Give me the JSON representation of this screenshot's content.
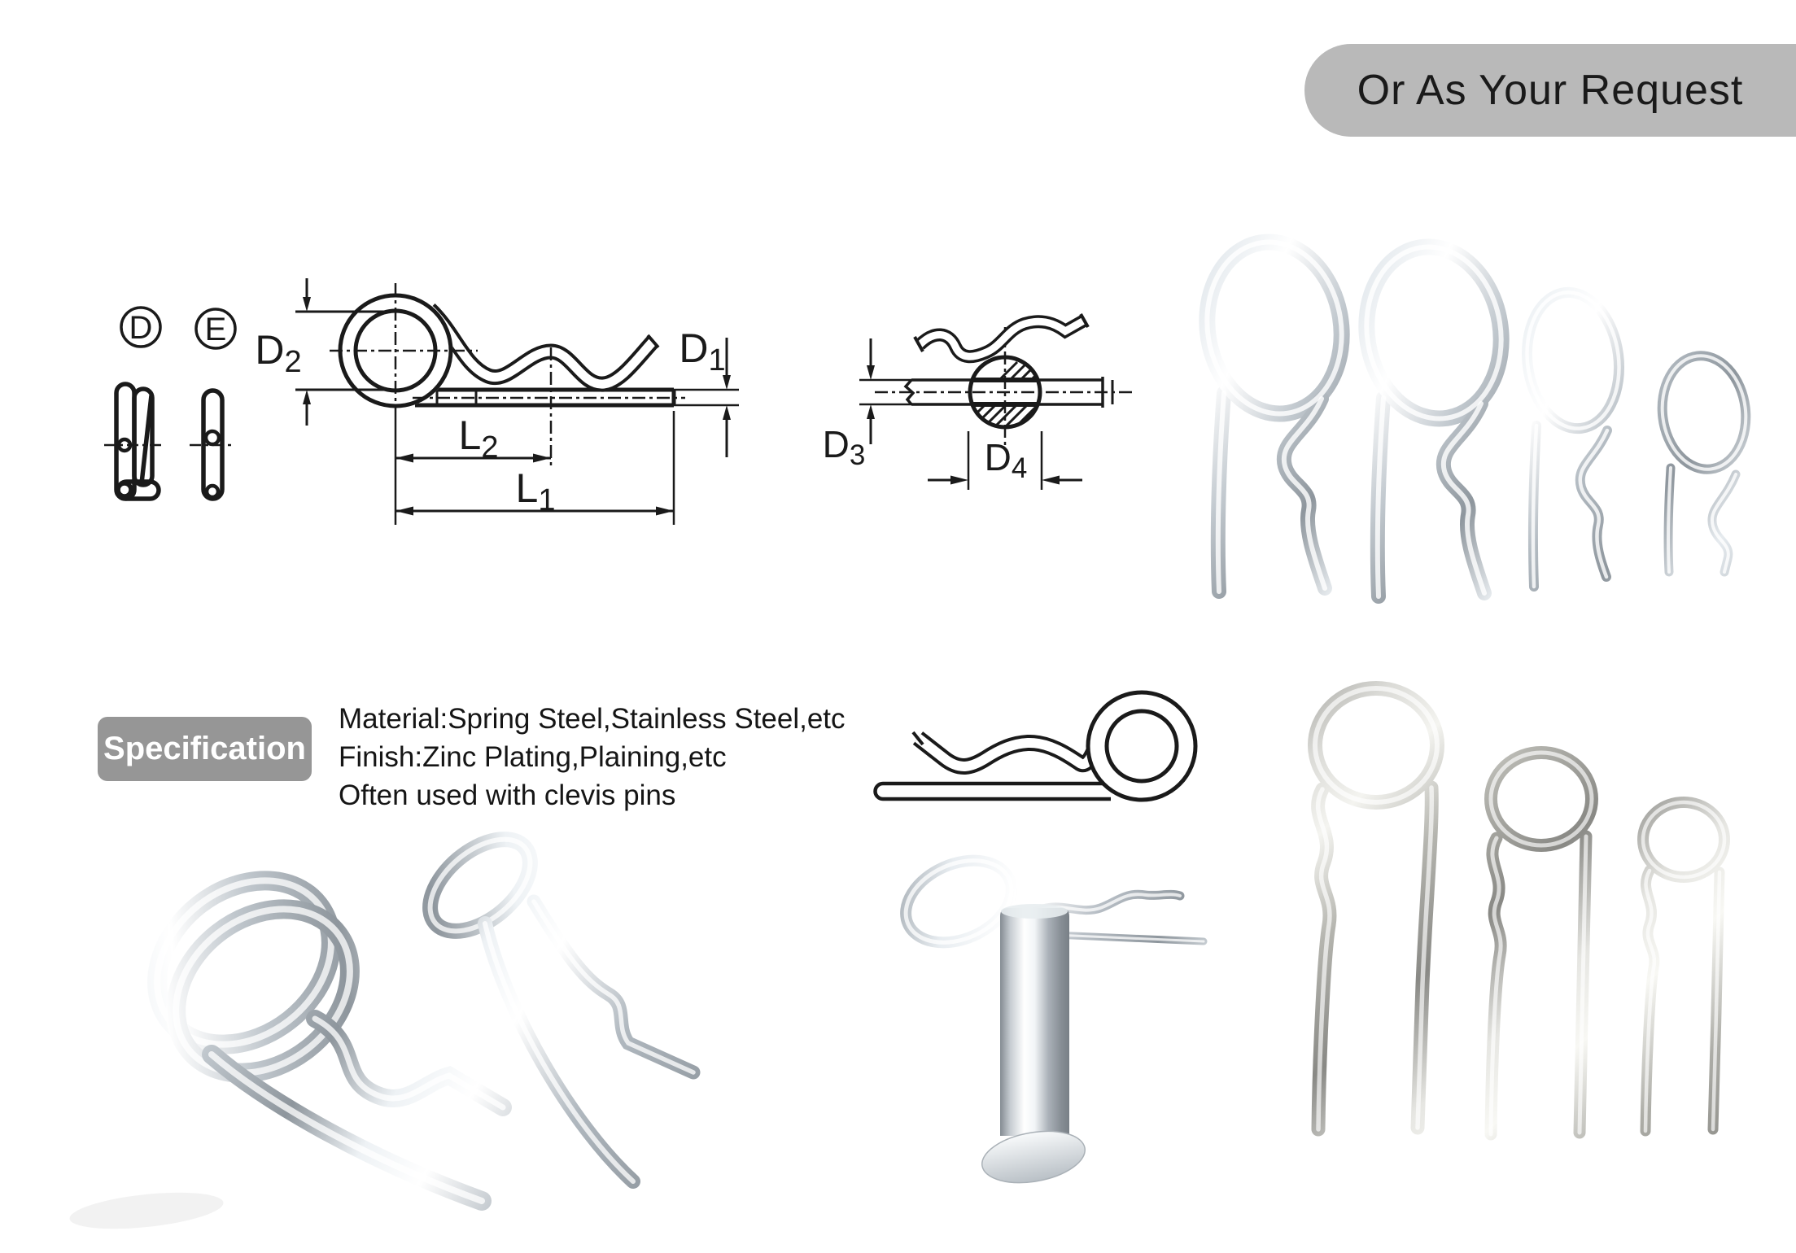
{
  "banner": {
    "label": "Or As Your Request",
    "bg": "#b9b9b9",
    "text_color": "#1a1a1a"
  },
  "diagram": {
    "variant_labels": {
      "d": "D",
      "e": "E"
    },
    "dims": {
      "d2": {
        "base": "D",
        "sub": "2"
      },
      "d1": {
        "base": "D",
        "sub": "1"
      },
      "l2": {
        "base": "L",
        "sub": "2"
      },
      "l1": {
        "base": "L",
        "sub": "1"
      },
      "d3": {
        "base": "D",
        "sub": "3"
      },
      "d4": {
        "base": "D",
        "sub": "4"
      }
    },
    "ink": "#1a1a1a"
  },
  "specification": {
    "label": "Specification",
    "bg": "#969696",
    "text_color": "#ffffff",
    "lines": [
      "Material:Spring Steel,Stainless Steel,etc",
      "Finish:Zinc Plating,Plaining,etc",
      "Often used with clevis pins"
    ]
  },
  "photos": {
    "zinc_highlight": "#ffffff",
    "zinc_shadow": "#8e969d",
    "steel_highlight": "#f4f4f0",
    "steel_shadow": "#898985"
  }
}
